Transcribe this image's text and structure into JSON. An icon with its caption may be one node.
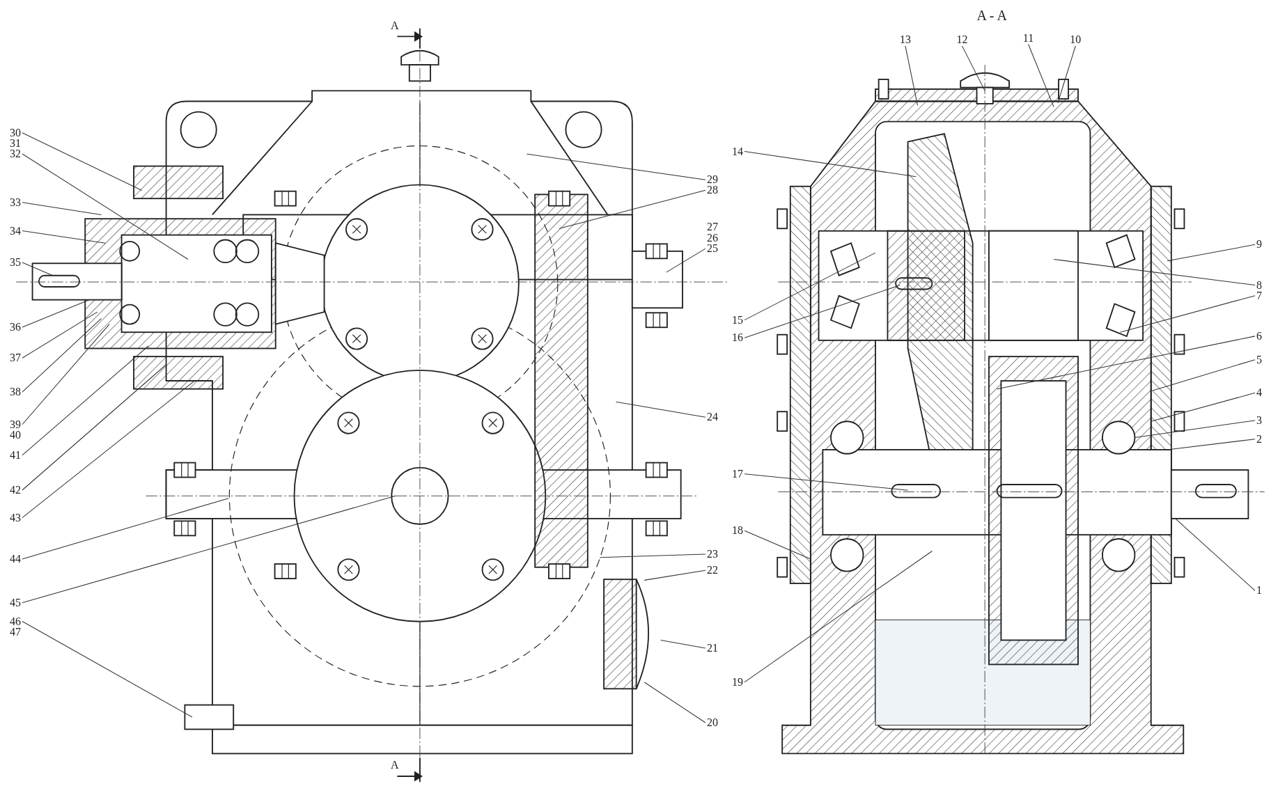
{
  "diagram": {
    "nodes": [
      {
        "text": [
          "30"
        ]
      },
      {
        "text": [
          "32"
        ]
      },
      {
        "text": [
          "33"
        ]
      },
      {
        "text": [
          "34"
        ]
      },
      {
        "text": [
          "35"
        ]
      },
      {
        "text": [
          "36"
        ]
      },
      {
        "text": [
          "37"
        ]
      },
      {
        "text": [
          "38"
        ]
      },
      {
        "text": [
          "39"
        ]
      },
      {
        "text": [
          "41"
        ]
      },
      {
        "text": [
          "42"
        ]
      },
      {
        "text": [
          "43"
        ]
      },
      {
        "text": [
          "44"
        ]
      },
      {
        "text": [
          "45"
        ]
      },
      {
        "text": [
          "46"
        ]
      },
      {
        "text": [
          "29"
        ]
      },
      {
        "text": [
          "28"
        ]
      },
      {
        "text": [
          "25"
        ]
      },
      {
        "text": [
          "24"
        ]
      },
      {
        "text": [
          "23"
        ]
      },
      {
        "text": [
          "22"
        ]
      },
      {
        "text": [
          "21"
        ]
      },
      {
        "text": [
          "20"
        ]
      },
      {
        "text": [
          "13"
        ]
      },
      {
        "text": [
          "12"
        ]
      },
      {
        "text": [
          "11"
        ]
      },
      {
        "text": [
          "10"
        ]
      },
      {
        "text": [
          "14"
        ]
      },
      {
        "text": [
          "15"
        ]
      },
      {
        "text": [
          "16"
        ]
      },
      {
        "text": [
          "17"
        ]
      },
      {
        "text": [
          "18"
        ]
      },
      {
        "text": [
          "19"
        ]
      },
      {
        "text": [
          "9"
        ]
      },
      {
        "text": [
          "8"
        ]
      },
      {
        "text": [
          "7"
        ]
      },
      {
        "text": [
          "6"
        ]
      },
      {
        "text": [
          "5"
        ]
      },
      {
        "text": [
          "4"
        ]
      },
      {
        "text": [
          "3"
        ]
      },
      {
        "text": [
          "2"
        ]
      },
      {
        "text": [
          "1"
        ]
      }
    ],
    "edges": [
      {
        "from": 0,
        "to": null,
        "arrow": "none"
      },
      {
        "from": 1,
        "to": null,
        "arrow": "none"
      },
      {
        "from": 2,
        "to": null,
        "arrow": "none"
      },
      {
        "from": 3,
        "to": null,
        "arrow": "none"
      },
      {
        "from": 4,
        "to": null,
        "arrow": "none"
      },
      {
        "from": 5,
        "to": null,
        "arrow": "none"
      },
      {
        "from": 6,
        "to": null,
        "arrow": "none"
      },
      {
        "from": 7,
        "to": null,
        "arrow": "none"
      },
      {
        "from": 8,
        "to": null,
        "arrow": "none"
      },
      {
        "from": 9,
        "to": null,
        "arrow": "none"
      },
      {
        "from": 10,
        "to": null,
        "arrow": "none"
      },
      {
        "from": 11,
        "to": null,
        "arrow": "none"
      },
      {
        "from": 12,
        "to": null,
        "arrow": "none"
      },
      {
        "from": 13,
        "to": null,
        "arrow": "none"
      },
      {
        "from": 14,
        "to": null,
        "arrow": "none"
      },
      {
        "from": 15,
        "to": null,
        "arrow": "none"
      },
      {
        "from": 16,
        "to": null,
        "arrow": "none"
      },
      {
        "from": 17,
        "to": null,
        "arrow": "none"
      },
      {
        "from": 18,
        "to": null,
        "arrow": "none"
      },
      {
        "from": 19,
        "to": null,
        "arrow": "none"
      },
      {
        "from": 20,
        "to": null,
        "arrow": "none"
      },
      {
        "from": 21,
        "to": null,
        "arrow": "none"
      },
      {
        "from": 22,
        "to": null,
        "arrow": "none"
      },
      {
        "from": 23,
        "to": null,
        "arrow": "none"
      },
      {
        "from": 24,
        "to": null,
        "arrow": "none"
      },
      {
        "from": 25,
        "to": null,
        "arrow": "none"
      },
      {
        "from": 26,
        "to": null,
        "arrow": "none"
      },
      {
        "from": 27,
        "to": null,
        "arrow": "none"
      },
      {
        "from": 28,
        "to": null,
        "arrow": "none"
      },
      {
        "from": 29,
        "to": null,
        "arrow": "none"
      },
      {
        "from": 30,
        "to": null,
        "arrow": "none"
      },
      {
        "from": 31,
        "to": null,
        "arrow": "none"
      },
      {
        "from": 32,
        "to": null,
        "arrow": "none"
      },
      {
        "from": 33,
        "to": null,
        "arrow": "none"
      },
      {
        "from": 34,
        "to": null,
        "arrow": "none"
      },
      {
        "from": 35,
        "to": null,
        "arrow": "none"
      },
      {
        "from": 36,
        "to": null,
        "arrow": "none"
      },
      {
        "from": 37,
        "to": null,
        "arrow": "none"
      },
      {
        "from": 38,
        "to": null,
        "arrow": "none"
      },
      {
        "from": 39,
        "to": null,
        "arrow": "none"
      },
      {
        "from": 40,
        "to": null,
        "arrow": "none"
      },
      {
        "from": 41,
        "to": null,
        "arrow": "none"
      }
    ],
    "labels": [
      "A - A",
      "A",
      "31",
      "27",
      "26",
      "40",
      "47",
      "A"
    ]
  }
}
